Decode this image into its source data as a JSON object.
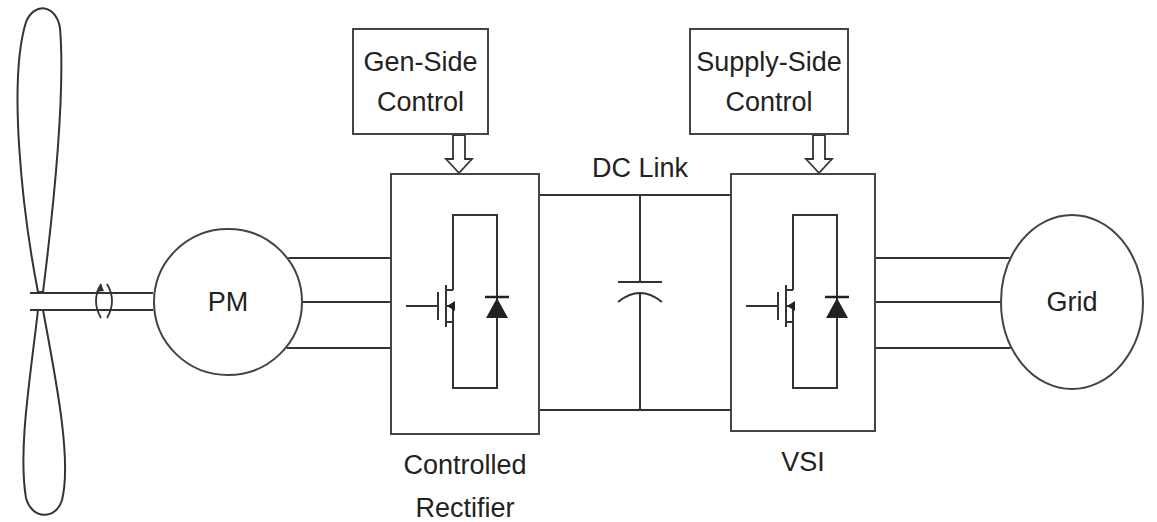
{
  "diagram": {
    "nodes": [
      {
        "text": [
          "Gen-Side Control"
        ]
      },
      {
        "text": [
          "Supply-Side Control"
        ]
      },
      {
        "text": [
          "PM"
        ]
      },
      {
        "text": [
          "Controlled Rectifier"
        ]
      },
      {
        "text": [
          "VSI"
        ]
      },
      {
        "text": [
          "Grid"
        ]
      }
    ],
    "edges": [
      {
        "from": 0,
        "to": 3,
        "arrow": "to"
      },
      {
        "from": 1,
        "to": 4,
        "arrow": "to"
      },
      {
        "from": 2,
        "to": 3,
        "arrow": "none"
      },
      {
        "from": 3,
        "to": 4,
        "arrow": "none"
      },
      {
        "from": 4,
        "to": 5,
        "arrow": "none"
      }
    ],
    "labels": [
      "DC Link"
    ]
  }
}
